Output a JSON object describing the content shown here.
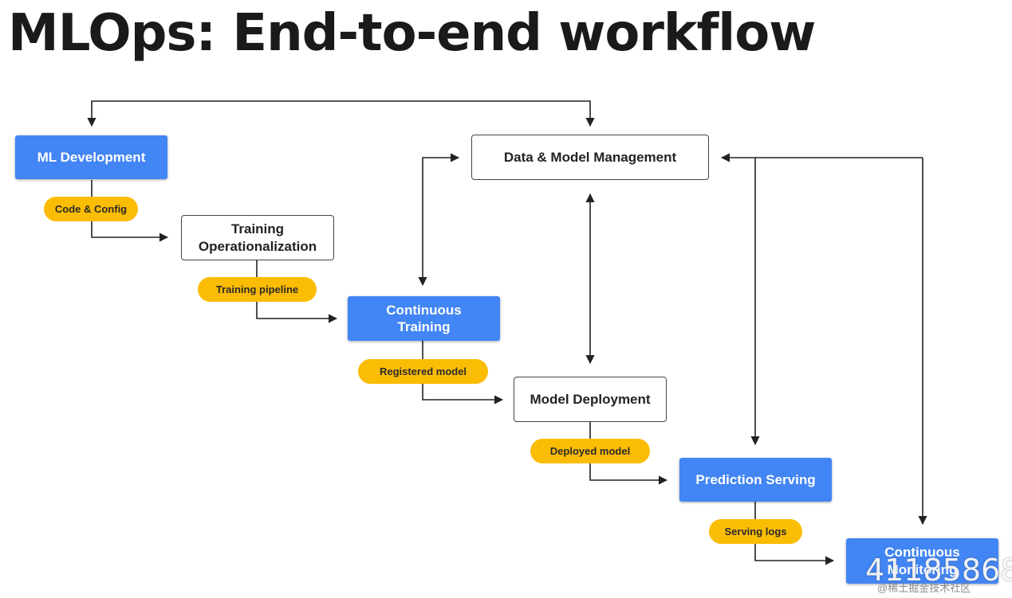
{
  "title": "MLOps: End-to-end  workflow",
  "stages": {
    "ml_development": "ML Development",
    "data_model_management": "Data & Model Management",
    "training_operationalization": "Training Operationalization",
    "continuous_training": "Continuous Training",
    "model_deployment": "Model Deployment",
    "prediction_serving": "Prediction Serving",
    "continuous_monitoring": "Continuous Monitoring"
  },
  "artifacts": {
    "code_config": "Code & Config",
    "training_pipeline": "Training pipeline",
    "registered_model": "Registered model",
    "deployed_model": "Deployed model",
    "serving_logs": "Serving logs"
  },
  "watermark": {
    "number": "41185868",
    "text": "@稀土掘金技术社区"
  },
  "colors": {
    "primary_stage": "#4285f4",
    "artifact": "#fbbc04",
    "secondary_stage_border": "#444444",
    "arrow": "#222222"
  }
}
